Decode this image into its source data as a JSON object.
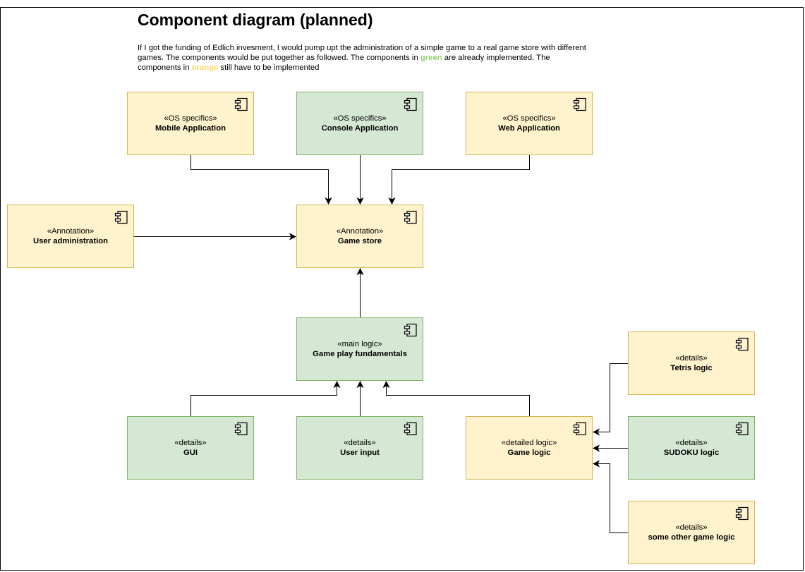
{
  "title": "Component diagram (planned)",
  "description": {
    "part1": "If I got the funding of Edlich invesment, I would pump upt the administration of a simple game to a real game store with different games. The components would be put together as followed. The components in ",
    "green_word": "green",
    "part2": " are already implemented. The components in ",
    "orange_word": "orange",
    "part3": " still have to be implemented"
  },
  "colors": {
    "implemented_fill": "#d5e8d4",
    "implemented_border": "#82b366",
    "planned_fill": "#fff2cc",
    "planned_border": "#d6b656",
    "green_text": "#97d077",
    "orange_text": "#ffd966"
  },
  "components": {
    "mobile_app": {
      "stereotype": "«OS specifics»",
      "name": "Mobile Application",
      "status": "planned",
      "icon": "component-icon"
    },
    "console_app": {
      "stereotype": "«OS specifics»",
      "name": "Console Application",
      "status": "implemented",
      "icon": "component-icon"
    },
    "web_app": {
      "stereotype": "«OS specifics»",
      "name": "Web Application",
      "status": "planned",
      "icon": "component-icon"
    },
    "user_admin": {
      "stereotype": "«Annotation»",
      "name": "User administration",
      "status": "planned",
      "icon": "component-icon"
    },
    "game_store": {
      "stereotype": "«Annotation»",
      "name": "Game store",
      "status": "planned",
      "icon": "component-icon"
    },
    "gameplay_fundamentals": {
      "stereotype": "«main logic»",
      "name": "Game play fundamentals",
      "status": "implemented",
      "icon": "component-icon"
    },
    "gui": {
      "stereotype": "«details»",
      "name": "GUI",
      "status": "implemented",
      "icon": "component-icon"
    },
    "user_input": {
      "stereotype": "«details»",
      "name": "User input",
      "status": "implemented",
      "icon": "component-icon"
    },
    "game_logic": {
      "stereotype": "«detailed logic»",
      "name": "Game logic",
      "status": "planned",
      "icon": "component-icon"
    },
    "tetris_logic": {
      "stereotype": "«details»",
      "name": "Tetris logic",
      "status": "planned",
      "icon": "component-icon"
    },
    "sudoku_logic": {
      "stereotype": "«details»",
      "name": "SUDOKU logic",
      "status": "implemented",
      "icon": "component-icon"
    },
    "other_game_logic": {
      "stereotype": "«details»",
      "name": "some other game logic",
      "status": "planned",
      "icon": "component-icon"
    }
  },
  "edges": [
    {
      "from": "mobile_app",
      "to": "game_store"
    },
    {
      "from": "console_app",
      "to": "game_store"
    },
    {
      "from": "web_app",
      "to": "game_store"
    },
    {
      "from": "user_admin",
      "to": "game_store"
    },
    {
      "from": "gameplay_fundamentals",
      "to": "game_store"
    },
    {
      "from": "gui",
      "to": "gameplay_fundamentals"
    },
    {
      "from": "user_input",
      "to": "gameplay_fundamentals"
    },
    {
      "from": "game_logic",
      "to": "gameplay_fundamentals"
    },
    {
      "from": "tetris_logic",
      "to": "game_logic"
    },
    {
      "from": "sudoku_logic",
      "to": "game_logic"
    },
    {
      "from": "other_game_logic",
      "to": "game_logic"
    }
  ]
}
